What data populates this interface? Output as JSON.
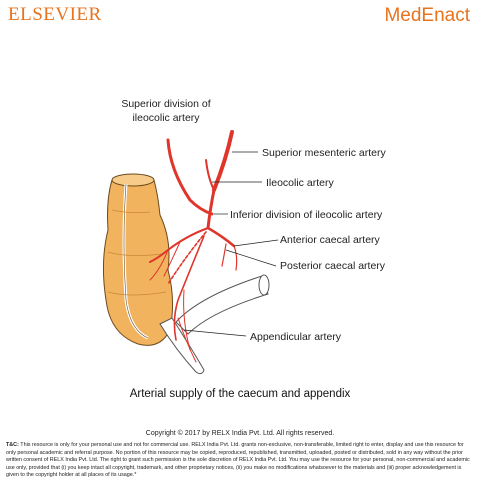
{
  "header": {
    "publisher_logo": "ELSEVIER",
    "brand_logo": "MedEnact",
    "brand_color": "#e8731f"
  },
  "diagram": {
    "labels": {
      "superior_division_line1": "Superior division of",
      "superior_division_line2": "ileocolic artery",
      "superior_mesenteric": "Superior mesenteric artery",
      "ileocolic": "Ileocolic artery",
      "inferior_division": "Inferior division of ileocolic artery",
      "anterior_caecal": "Anterior caecal artery",
      "posterior_caecal": "Posterior caecal artery",
      "appendicular": "Appendicular artery"
    },
    "colors": {
      "artery": "#e0352b",
      "caecum_fill": "#f2b35e",
      "caecum_outline": "#6b4a1e",
      "ileum_fill": "#ffffff",
      "leader_line": "#222222"
    }
  },
  "caption": "Arterial supply of the caecum and appendix",
  "copyright": "Copyright © 2017 by RELX India Pvt. Ltd. All rights reserved.",
  "terms": {
    "heading": "T&C:",
    "body": "This resource is only for your personal use and not for commercial use. RELX India Pvt. Ltd. grants non-exclusive, non-transferable, limited right to enter, display and use this resource for only personal academic and referral purpose. No portion of this resource may be copied, reproduced, republished, transmitted, uploaded, posted or distributed, sold in any way without the prior written consent of RELX India Pvt. Ltd. The right to grant such permission is the sole discretion of RELX India Pvt. Ltd. You may use the resource for your personal, non-commercial and academic use only, provided that (i) you keep intact all copyright, trademark, and other proprietary notices, (ii) you make no modifications whatsoever to the materials and (iii) proper acknowledgement is given to the copyright holder at all places of its usage.*"
  }
}
